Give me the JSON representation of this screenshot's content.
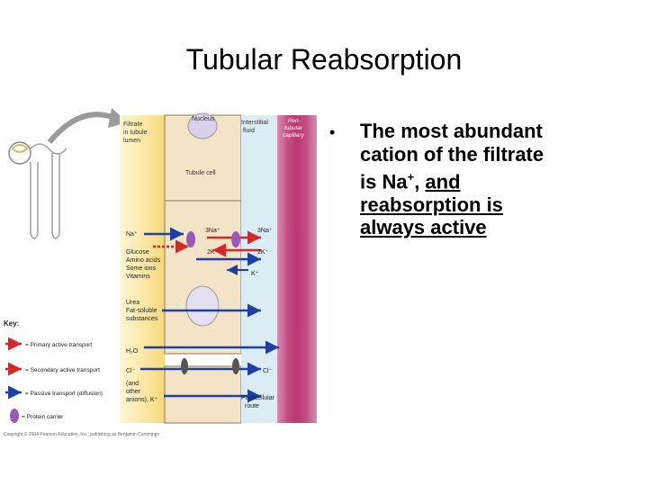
{
  "slide": {
    "title": "Tubular Reabsorption",
    "bullet": {
      "line1": "The most abundant",
      "line2": "cation of the filtrate",
      "line3_pre": "is Na",
      "line3_sup": "+",
      "line3_mid": ", ",
      "line3_and": "and",
      "line4": "reabsorption is",
      "line5": "always active "
    }
  },
  "diagram": {
    "labels": {
      "filtrate_lumen": [
        "Filtrate",
        "in tubule",
        "lumen"
      ],
      "nucleus": "Nucleus",
      "interstitial": [
        "Interstitial",
        "fluid"
      ],
      "capillary": [
        "Peri-",
        "tubular",
        "capillary"
      ],
      "tubule_cell": "Tubule cell",
      "na_lumen": "Na⁺",
      "na_3_cell": "3Na⁺",
      "na_3_interstitial": "3Na⁺",
      "k2_cell": "2K⁺",
      "k2_interstitial": "2K⁺",
      "k_interstitial": "K⁺",
      "solutes": [
        "Glucose",
        "Amino acids",
        "Some ions",
        "Vitamins"
      ],
      "urea_group": [
        "Urea",
        "Fat-soluble",
        "substances"
      ],
      "water": "H₂O",
      "cl_lumen": "Cl⁻",
      "cl_interstitial": "Cl⁻",
      "other_anions": [
        "(and",
        "other",
        "anions), K⁺"
      ],
      "paracellular": [
        "Paracellular",
        "route"
      ]
    },
    "key": {
      "title": "Key:",
      "items": [
        "= Primary active transport",
        "= Secondary active transport",
        "= Passive transport (diffusion)",
        "= Protein carrier"
      ]
    },
    "copyright": "Copyright © 2004 Pearson Education, Inc., publishing as Benjamin Cummings",
    "colors": {
      "primary": "#d62828",
      "secondary": "#d62828",
      "passive": "#1f3fa8",
      "carrier": "#9b59b6",
      "lumen_fill": "#fbe6a2",
      "cell_fill": "#f3e4c8",
      "interstitial_fill": "#dcecf5",
      "capillary_fill": "#b0306a"
    }
  }
}
